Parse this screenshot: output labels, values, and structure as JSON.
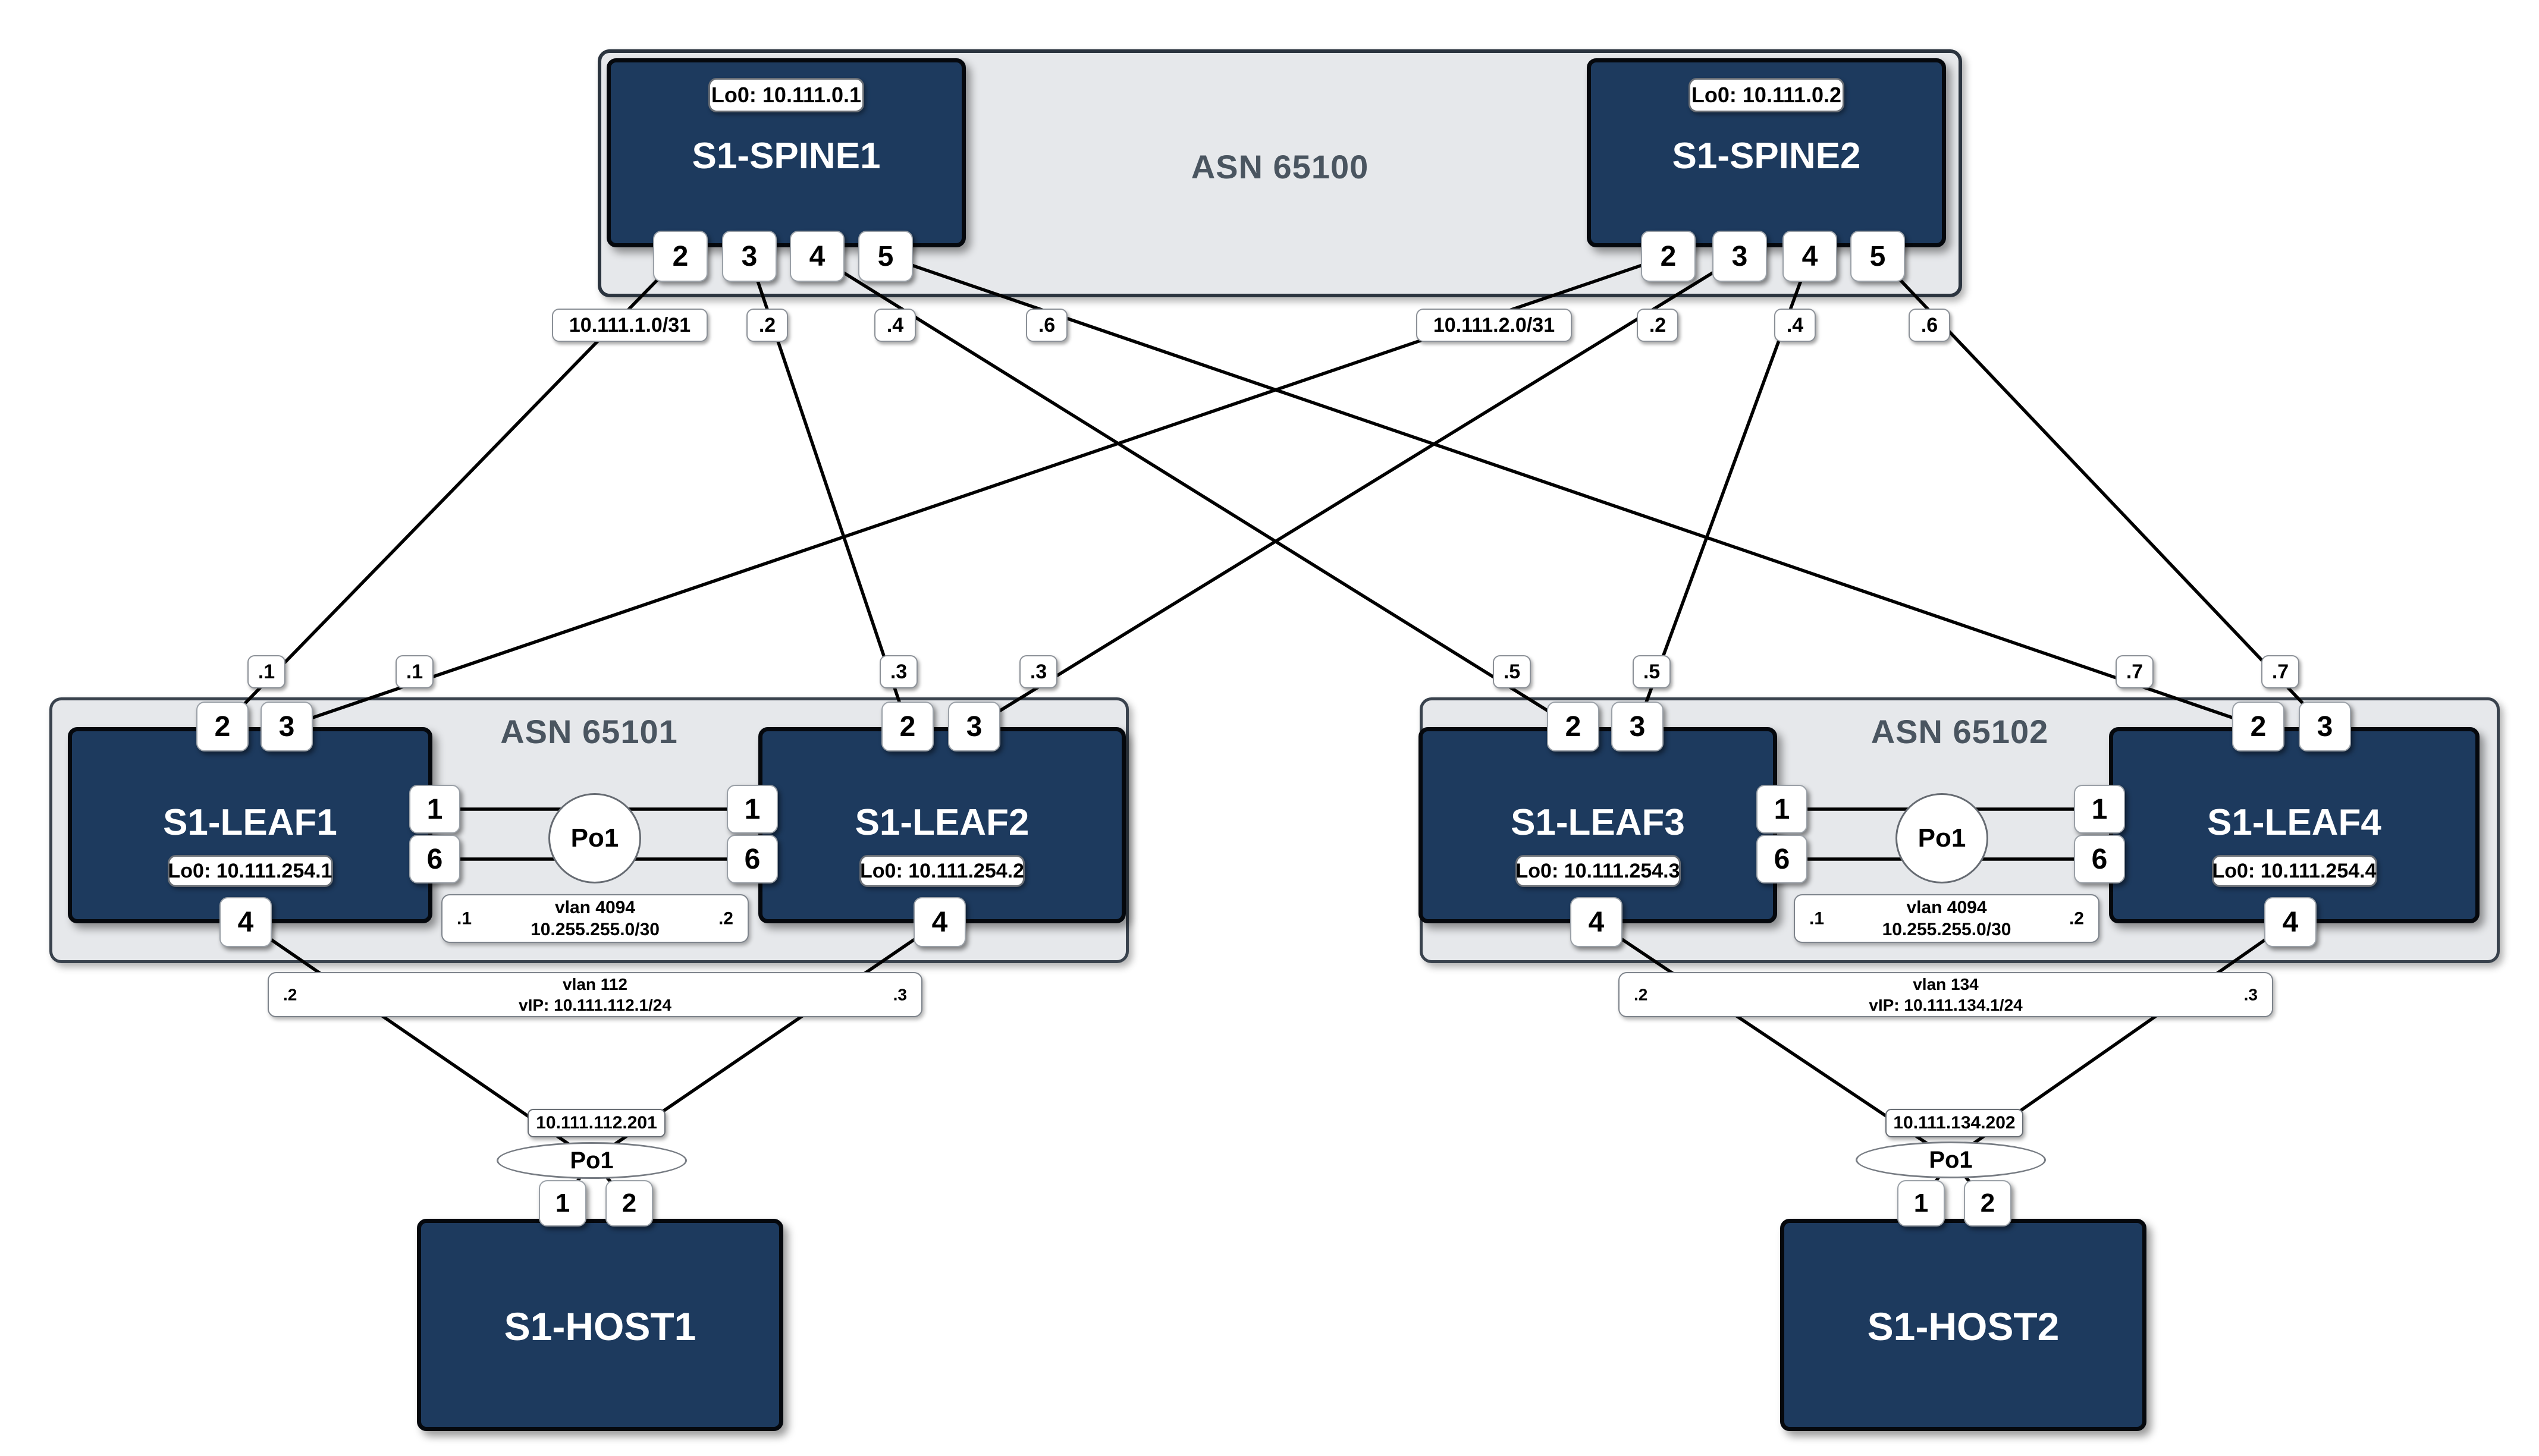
{
  "groups": {
    "spine": {
      "asn_label": "ASN 65100"
    },
    "pod1": {
      "asn_label": "ASN 65101"
    },
    "pod2": {
      "asn_label": "ASN 65102"
    }
  },
  "devices": {
    "spine1": {
      "name": "S1-SPINE1",
      "loopback": "Lo0: 10.111.0.1",
      "ports": [
        "2",
        "3",
        "4",
        "5"
      ]
    },
    "spine2": {
      "name": "S1-SPINE2",
      "loopback": "Lo0: 10.111.0.2",
      "ports": [
        "2",
        "3",
        "4",
        "5"
      ]
    },
    "leaf1": {
      "name": "S1-LEAF1",
      "loopback": "Lo0: 10.111.254.1",
      "uplink_ports": [
        "2",
        "3"
      ],
      "mlag_ports": [
        "1",
        "6"
      ],
      "host_port": "4"
    },
    "leaf2": {
      "name": "S1-LEAF2",
      "loopback": "Lo0: 10.111.254.2",
      "uplink_ports": [
        "2",
        "3"
      ],
      "mlag_ports": [
        "1",
        "6"
      ],
      "host_port": "4"
    },
    "leaf3": {
      "name": "S1-LEAF3",
      "loopback": "Lo0: 10.111.254.3",
      "uplink_ports": [
        "2",
        "3"
      ],
      "mlag_ports": [
        "1",
        "6"
      ],
      "host_port": "4"
    },
    "leaf4": {
      "name": "S1-LEAF4",
      "loopback": "Lo0: 10.111.254.4",
      "uplink_ports": [
        "2",
        "3"
      ],
      "mlag_ports": [
        "1",
        "6"
      ],
      "host_port": "4"
    },
    "host1": {
      "name": "S1-HOST1",
      "ip": "10.111.112.201",
      "po": "Po1",
      "ports": [
        "1",
        "2"
      ]
    },
    "host2": {
      "name": "S1-HOST2",
      "ip": "10.111.134.202",
      "po": "Po1",
      "ports": [
        "1",
        "2"
      ]
    }
  },
  "uplink_labels": {
    "spine1": [
      "10.111.1.0/31",
      ".2",
      ".4",
      ".6"
    ],
    "spine2": [
      "10.111.2.0/31",
      ".2",
      ".4",
      ".6"
    ],
    "leaf1": [
      ".1",
      ".1"
    ],
    "leaf2": [
      ".3",
      ".3"
    ],
    "leaf3": [
      ".5",
      ".5"
    ],
    "leaf4": [
      ".7",
      ".7"
    ]
  },
  "mlag": {
    "pod1": {
      "po": "Po1",
      "vlan": "vlan 4094",
      "subnet": "10.255.255.0/30",
      "left_ip": ".1",
      "right_ip": ".2"
    },
    "pod2": {
      "po": "Po1",
      "vlan": "vlan 4094",
      "subnet": "10.255.255.0/30",
      "left_ip": ".1",
      "right_ip": ".2"
    }
  },
  "svi": {
    "pod1": {
      "vlan": "vlan 112",
      "vip": "vIP: 10.111.112.1/24",
      "left_ip": ".2",
      "right_ip": ".3"
    },
    "pod2": {
      "vlan": "vlan 134",
      "vip": "vIP: 10.111.134.1/24",
      "left_ip": ".2",
      "right_ip": ".3"
    }
  },
  "colors": {
    "node_fill": "#1d3a5e",
    "group_fill": "#e6e8eb",
    "asn_text": "#4a5560",
    "link": "#000000"
  }
}
